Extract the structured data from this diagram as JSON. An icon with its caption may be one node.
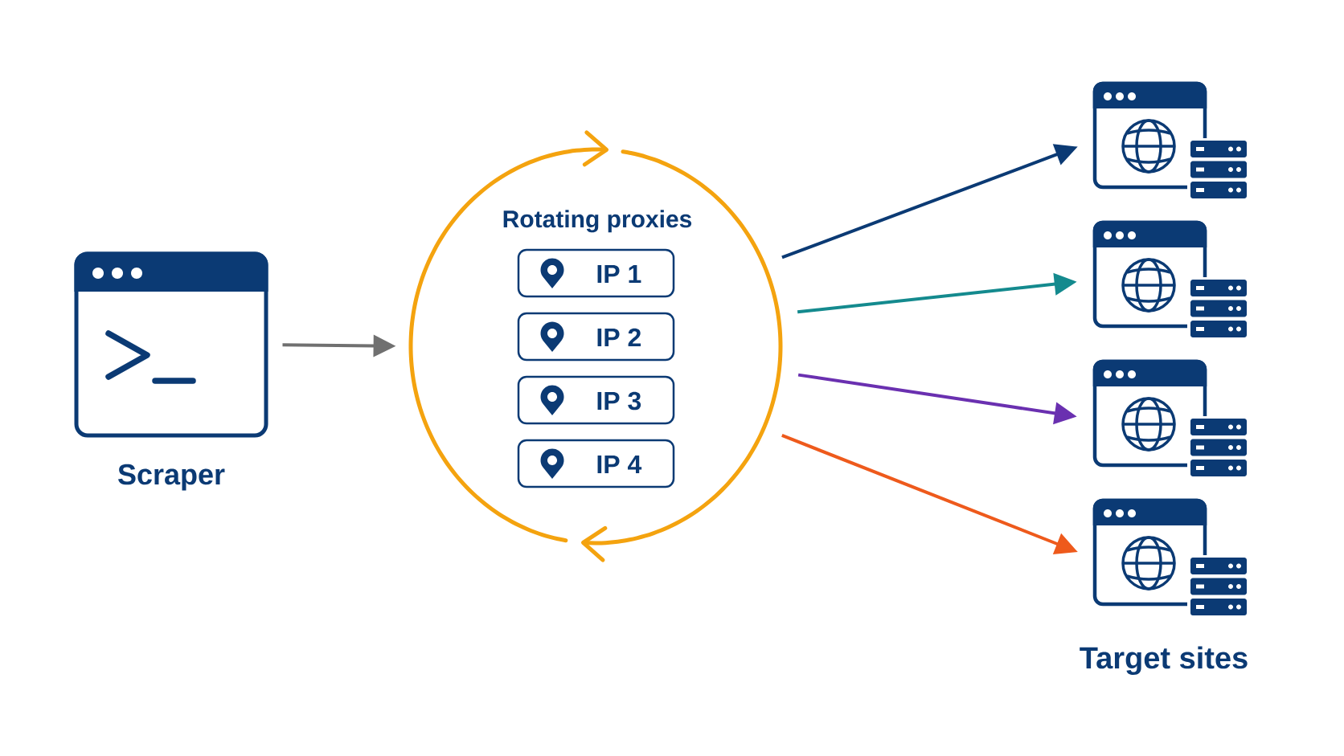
{
  "diagram": {
    "nodes": [
      {
        "text": [
          "Scraper"
        ]
      },
      {
        "text": [
          "Rotating proxies"
        ]
      },
      {
        "text": [
          "IP 1"
        ],
        "in": 1
      },
      {
        "text": [
          "IP 2"
        ],
        "in": 1
      },
      {
        "text": [
          "IP 3"
        ],
        "in": 1
      },
      {
        "text": [
          "IP 4"
        ],
        "in": 1
      },
      {
        "text": [],
        "shape": "picture"
      },
      {
        "text": [],
        "shape": "picture"
      },
      {
        "text": [],
        "shape": "picture"
      },
      {
        "text": [],
        "shape": "picture"
      }
    ],
    "edges": [
      {
        "from": 0,
        "to": 1,
        "arrow": "to",
        "color": "#707070"
      },
      {
        "from": 1,
        "to": 6,
        "arrow": "to",
        "color": "#0b3a74"
      },
      {
        "from": 1,
        "to": 7,
        "arrow": "to",
        "color": "#148a8e"
      },
      {
        "from": 1,
        "to": 8,
        "arrow": "to",
        "color": "#6a30b0"
      },
      {
        "from": 1,
        "to": 9,
        "arrow": "to",
        "color": "#ee5a1c"
      }
    ],
    "labels": [
      "Target sites"
    ]
  }
}
